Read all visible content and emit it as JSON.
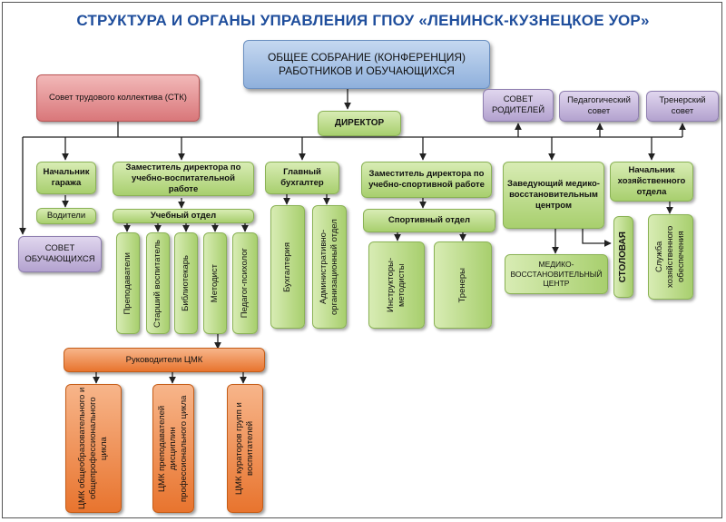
{
  "title": "СТРУКТУРА И ОРГАНЫ УПРАВЛЕНИЯ ГПОУ «ЛЕНИНСК-КУЗНЕЦКОЕ УОР»",
  "top": {
    "general_meeting_line1": "ОБЩЕЕ СОБРАНИЕ (КОНФЕРЕНЦИЯ)",
    "general_meeting_line2": "РАБОТНИКОВ И ОБУЧАЮЩИХСЯ",
    "labour_council": "Совет трудового коллектива (СТК)",
    "director": "ДИРЕКТОР",
    "parents_council": "СОВЕТ РОДИТЕЛЕЙ",
    "pedagogical_council": "Педагогический совет",
    "coaches_council": "Тренерский совет",
    "students_council": "СОВЕТ ОБУЧАЮЩИХСЯ"
  },
  "branches": {
    "garage_head": "Начальник гаража",
    "drivers": "Водители",
    "deputy_education": "Заместитель директора по учебно-воспитательной работе",
    "education_dept": "Учебный отдел",
    "teachers": "Преподаватели",
    "senior_educator": "Старший воспитатель",
    "librarian": "Библиотекарь",
    "methodist": "Методист",
    "psychologist": "Педагог-психолог",
    "chief_accountant": "Главный бухгалтер",
    "accounting": "Бухгалтерия",
    "admin_dept": "Административно-организационный отдел",
    "deputy_sport": "Заместитель директора по учебно-спортивной работе",
    "sport_dept": "Спортивный отдел",
    "instructors": "Инструкторы-методисты",
    "coaches": "Тренеры",
    "medical_head": "Заведующий медико-восстановительным центром",
    "medical_center": "МЕДИКО-ВОССТАНОВИТЕЛЬНЫЙ ЦЕНТР",
    "canteen": "СТОЛОВАЯ",
    "economic_head": "Начальник хозяйственного отдела",
    "economic_service": "Служба хозяйственного обеспечения"
  },
  "cmk": {
    "heads": "Руководители ЦМК",
    "general_cycle": "ЦМК общеобразовательного и общепрофессионального цикла",
    "professional_cycle": "ЦМК преподавателей дисциплин профессионального цикла",
    "curators": "ЦМК кураторов групп и воспитателей"
  },
  "colors": {
    "title": "#1f4e9c",
    "green": "#a8cf6e",
    "blue": "#8fb0dc",
    "red": "#d9777a",
    "purple": "#b3a2cf",
    "orange": "#e8742e",
    "line": "#222222"
  }
}
